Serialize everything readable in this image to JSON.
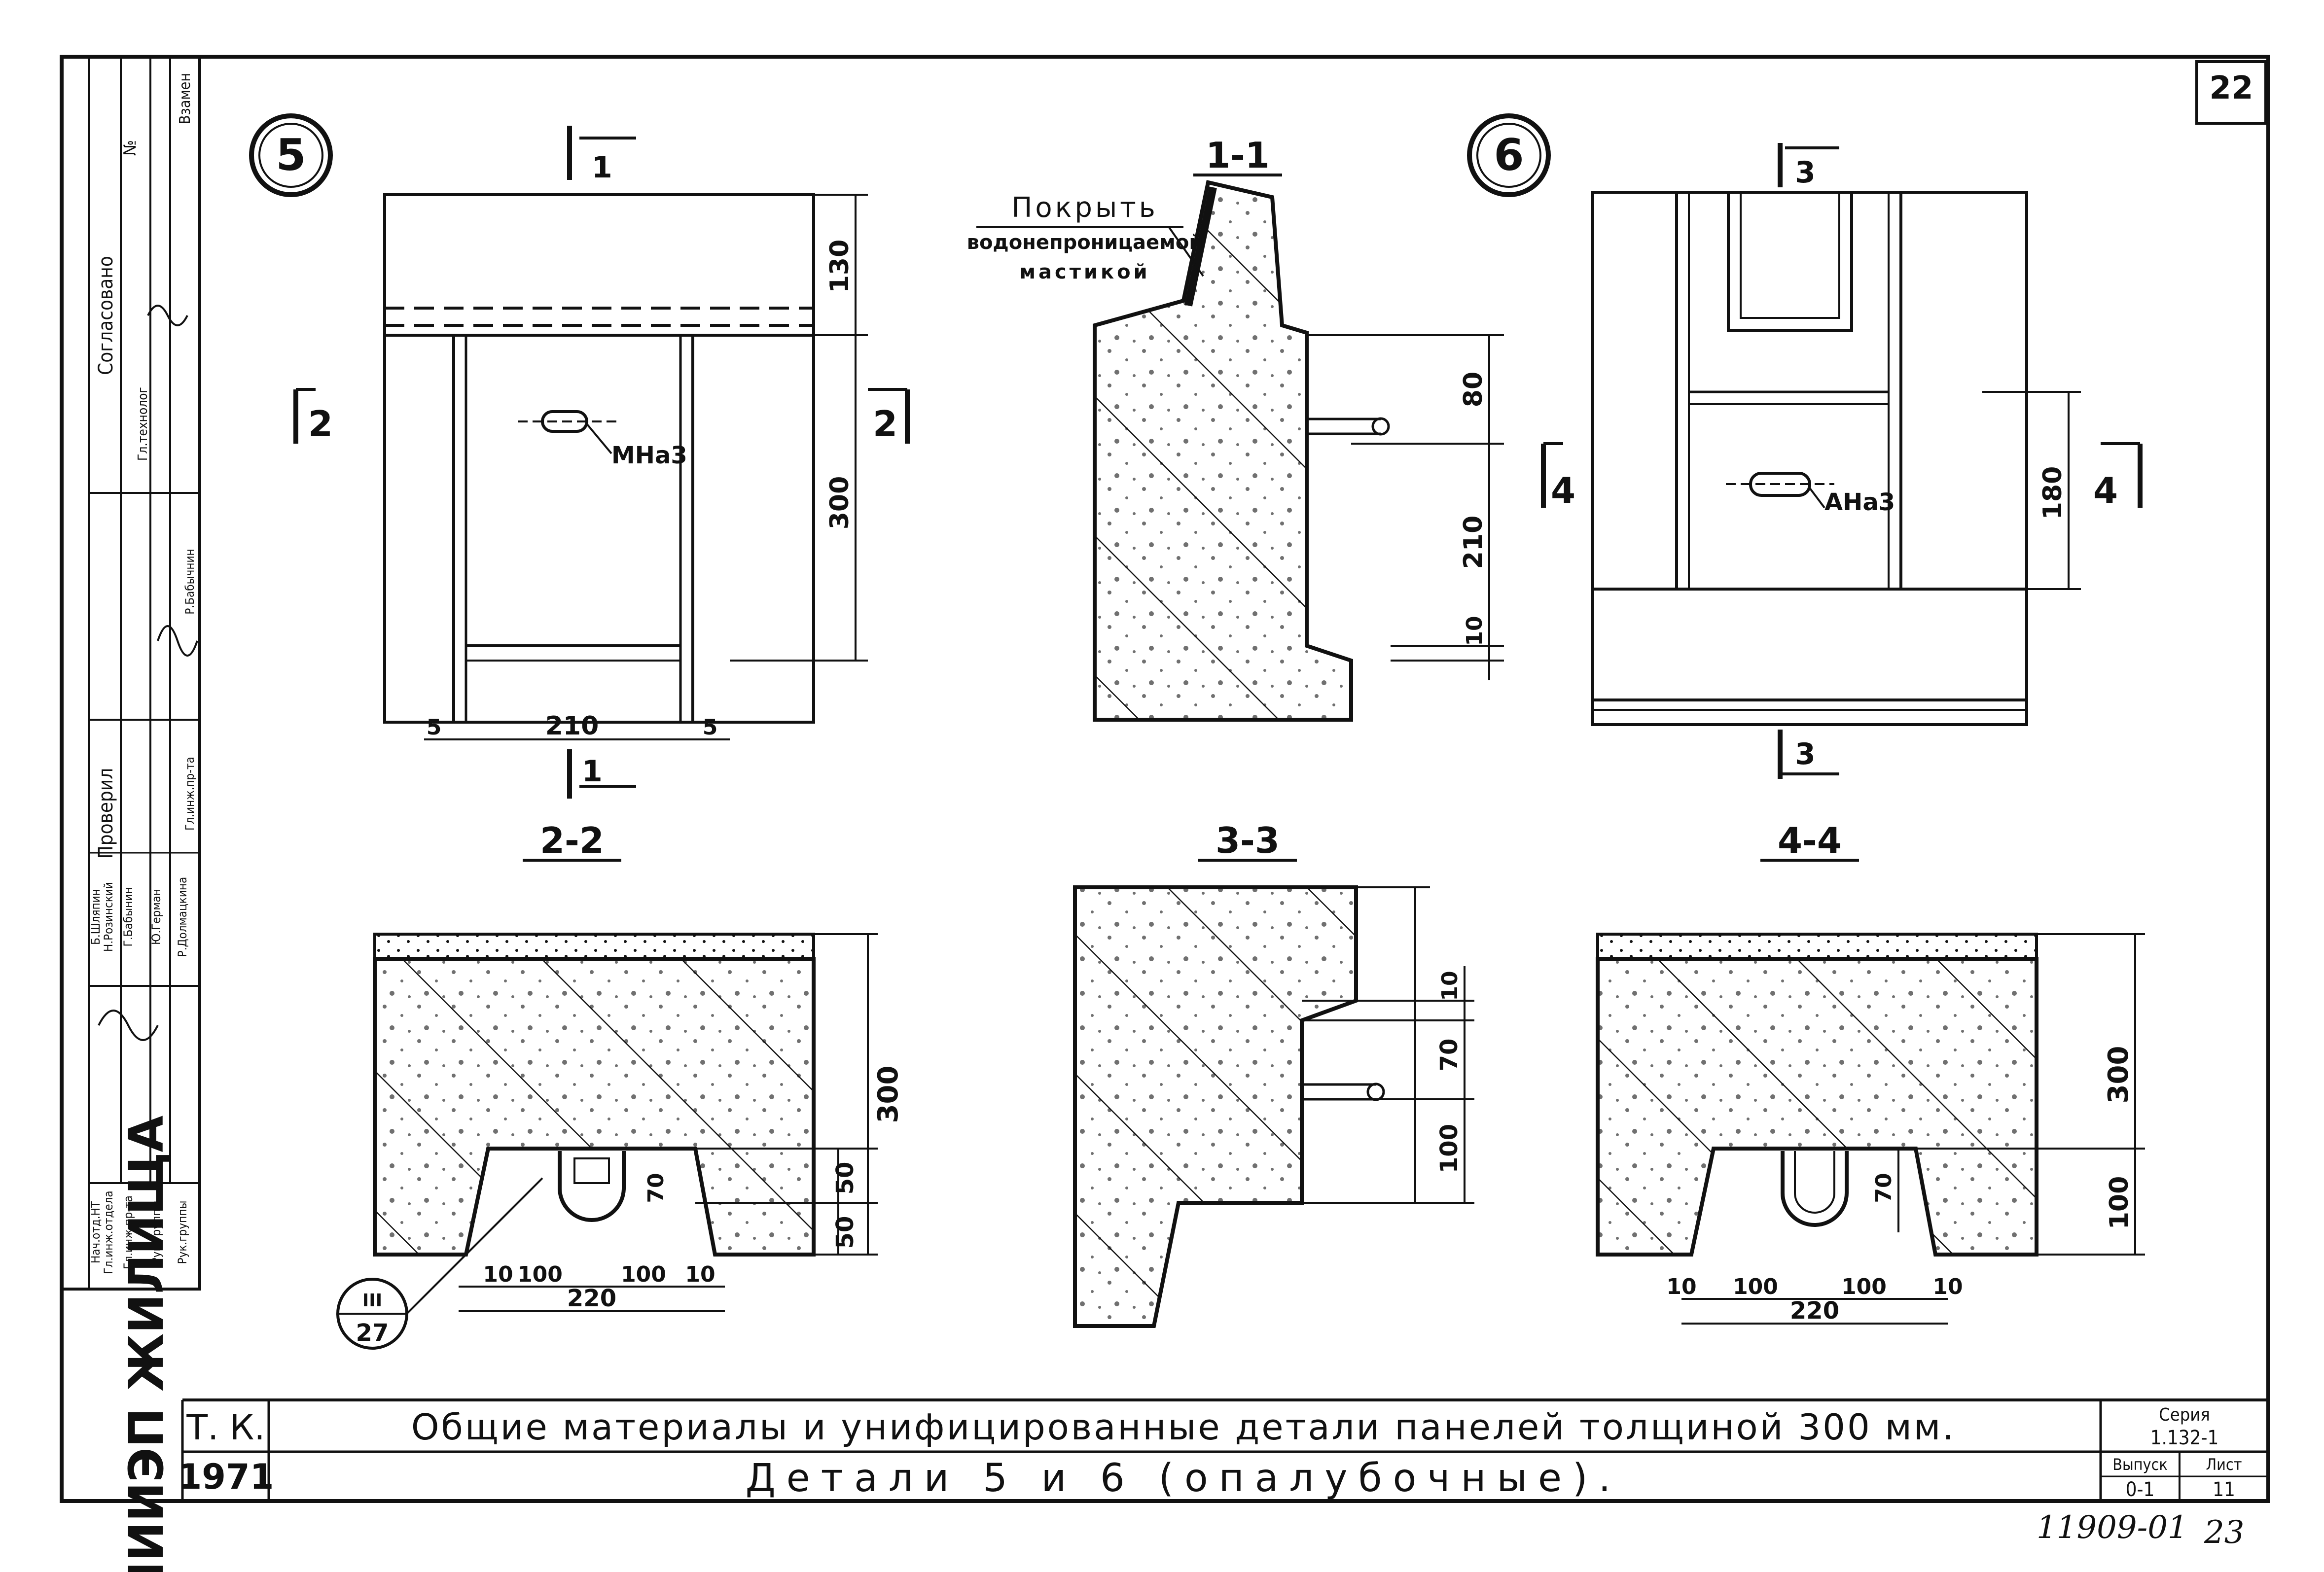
{
  "sheet": {
    "page_number": "22",
    "footer_number": "23",
    "archive_number": "11909-01"
  },
  "title_block": {
    "organization": "ЦНИИЭП ЖИЛИЩА",
    "code": "Т. К.",
    "year": "1971",
    "title_line1": "Общие материалы и унифицированные детали панелей толщиной 300 мм.",
    "title_line2": "Детали 5 и 6 (опалубочные).",
    "series_label": "Серия",
    "series_value": "1.132-1",
    "issue_label": "Выпуск",
    "issue_value": "0-1",
    "sheet_label": "Лист",
    "sheet_value": "11"
  },
  "side_stamp": {
    "col_headers": [
      "Согласовано",
      "Проверил"
    ],
    "num_label": "№",
    "replace_label": "Взамен",
    "agreed_role": "Гл.технолог",
    "checked_names": [
      "Р.Бабычнин",
      "Гл.инж.пр-та"
    ],
    "roles": [
      "Нач.отд.НТ",
      "Гл.инж.отдела",
      "Гл.инж.пр-та",
      "Рук.группы",
      "Рук.группы"
    ],
    "names": [
      "Б.Шляпин",
      "Н.Розинский",
      "Г.Бабынин",
      "Ю.Герман",
      "Р.Долмацкина"
    ]
  },
  "detail5": {
    "id": "5",
    "section_marks": [
      "1",
      "1",
      "2",
      "2"
    ],
    "mark_label": "МНа3",
    "dims_right": [
      "130",
      "300"
    ],
    "dims_bottom": [
      "5",
      "210",
      "5"
    ]
  },
  "detail6": {
    "id": "6",
    "section_marks": [
      "3",
      "3",
      "4",
      "4"
    ],
    "mark_label": "АНа3",
    "dims_right": [
      "180"
    ]
  },
  "section_1_1": {
    "title": "1-1",
    "note_line1": "Покрыть",
    "note_line2": "водонепроницаемой",
    "note_line3": "мастикой",
    "dims": [
      "80",
      "210",
      "10"
    ]
  },
  "section_2_2": {
    "title": "2-2",
    "dims_right": [
      "300",
      "50",
      "50"
    ],
    "dim_inner": "70",
    "dims_bottom": [
      "10",
      "100",
      "100",
      "10"
    ],
    "dim_total": "220",
    "callout_top": "III",
    "callout_bottom": "27"
  },
  "section_3_3": {
    "title": "3-3",
    "dims": [
      "10",
      "70",
      "100"
    ]
  },
  "section_4_4": {
    "title": "4-4",
    "dims_right": [
      "300",
      "100"
    ],
    "dim_inner": "70",
    "dims_bottom": [
      "10",
      "100",
      "100",
      "10"
    ],
    "dim_total": "220"
  }
}
